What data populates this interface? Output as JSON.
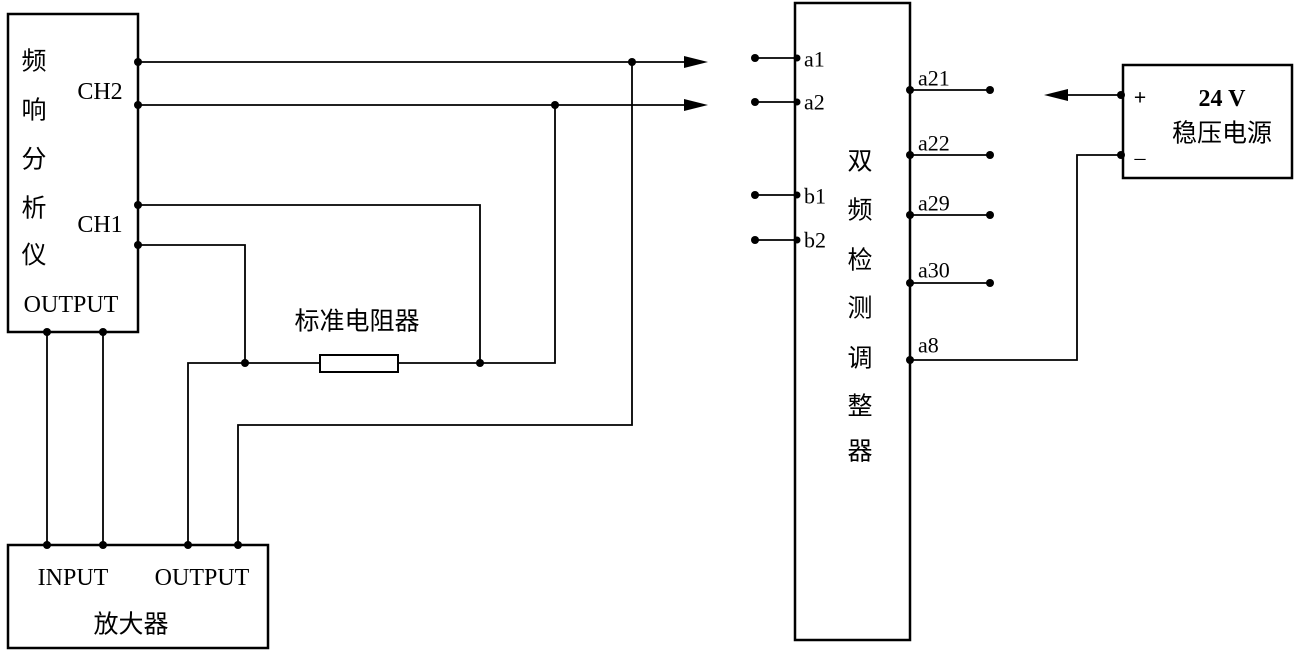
{
  "analyzer": {
    "title_chars": [
      "频",
      "响",
      "分",
      "析",
      "仪"
    ],
    "ch2_label": "CH2",
    "ch1_label": "CH1",
    "output_label": "OUTPUT"
  },
  "amplifier": {
    "input_label": "INPUT",
    "output_label": "OUTPUT",
    "title": "放大器"
  },
  "resistor": {
    "label": "标准电阻器"
  },
  "adjuster": {
    "title_chars": [
      "双",
      "频",
      "检",
      "测",
      "调",
      "整",
      "器"
    ],
    "left_terminals": [
      "a1",
      "a2",
      "b1",
      "b2"
    ],
    "right_terminals": [
      "a21",
      "a22",
      "a29",
      "a30",
      "a8"
    ]
  },
  "power_supply": {
    "voltage": "24 V",
    "title": "稳压电源",
    "plus": "+",
    "minus": "–"
  }
}
